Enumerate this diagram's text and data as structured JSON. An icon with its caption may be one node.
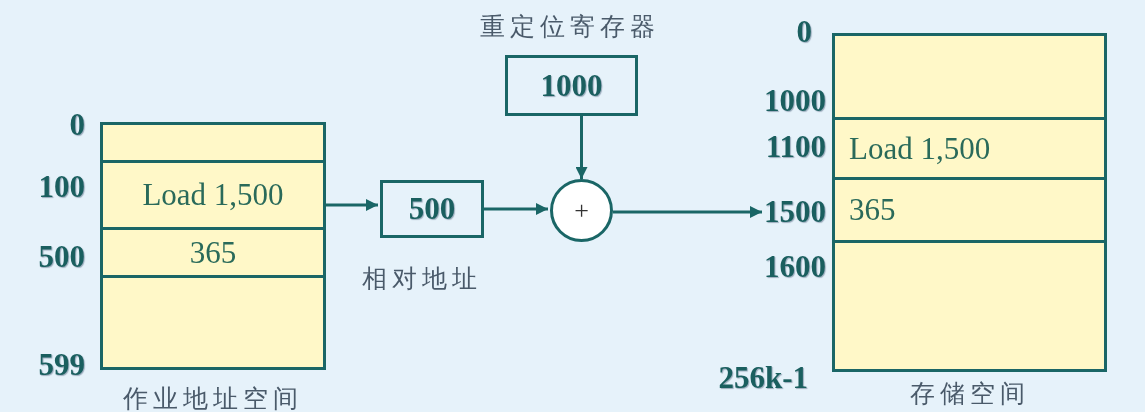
{
  "diagram": {
    "nodes": [
      {
        "text": [
          "作业地址空间"
        ]
      },
      {
        "text": [
          "Load 1,500"
        ],
        "in": 0
      },
      {
        "text": [
          "365"
        ],
        "in": 0
      },
      {
        "text": [
          "500"
        ],
        "beside": [
          "相对地址"
        ]
      },
      {
        "text": [
          "重定位寄存器",
          "1000"
        ]
      },
      {
        "text": [
          "+"
        ]
      },
      {
        "text": [
          "存储空间"
        ]
      },
      {
        "text": [
          "Load 1,500"
        ],
        "in": 6
      },
      {
        "text": [
          "365"
        ],
        "in": 6
      },
      {
        "text": [
          "1500"
        ]
      }
    ],
    "edges": [
      {
        "from": 1,
        "to": 3,
        "arrow": "to"
      },
      {
        "from": 3,
        "to": 5,
        "arrow": "to"
      },
      {
        "from": 4,
        "to": 5,
        "arrow": "to"
      },
      {
        "from": 5,
        "to": 9,
        "arrow": "to"
      }
    ],
    "labels": [
      "0",
      "100",
      "500",
      "599",
      "0",
      "1000",
      "1100",
      "1600",
      "256k-1"
    ]
  }
}
